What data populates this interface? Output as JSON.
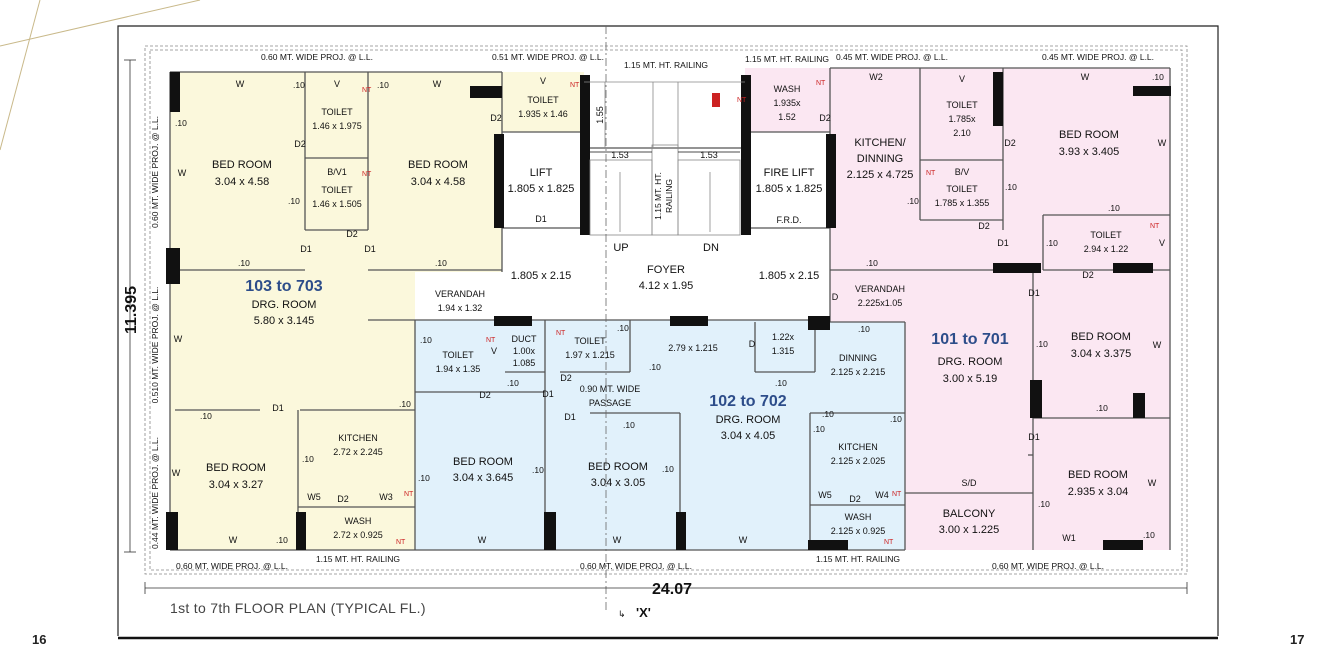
{
  "page": {
    "left_number": "16",
    "right_number": "17",
    "caption": "1st to 7th FLOOR PLAN (TYPICAL FL.)",
    "dimension_width": "24.07",
    "dimension_height": "11.395",
    "section_marker": "'X'"
  },
  "colors": {
    "unit_103": "#fbf8dc",
    "unit_102": "#e1f1fb",
    "unit_101": "#fbe7f2",
    "wall": "#111111",
    "plot_text": "#2d4d8a",
    "nt_mark": "#cc2222"
  },
  "units": {
    "u103": {
      "name": "103 to 703",
      "drg_label": "DRG. ROOM",
      "drg_dim": "5.80 x 3.145"
    },
    "u102": {
      "name": "102 to 702",
      "drg_label": "DRG. ROOM",
      "drg_dim": "3.04 x 4.05"
    },
    "u101": {
      "name": "101 to 701",
      "drg_label": "DRG. ROOM",
      "drg_dim": "3.00 x 5.19"
    }
  },
  "rooms": {
    "bed_103_a": {
      "name": "BED ROOM",
      "dim": "3.04 x 4.58"
    },
    "bed_103_b": {
      "name": "BED ROOM",
      "dim": "3.04 x 4.58"
    },
    "bed_103_c": {
      "name": "BED ROOM",
      "dim": "3.04 x 3.27"
    },
    "toilet_103_a": {
      "name": "TOILET",
      "dim": "1.46 x 1.975"
    },
    "toilet_103_b": {
      "name": "TOILET",
      "dim": "1.46 x 1.505"
    },
    "bv_103": {
      "name": "B/V1"
    },
    "verandah_103": {
      "name": "VERANDAH",
      "dim": "1.94 x 1.32"
    },
    "kitchen_103": {
      "name": "KITCHEN",
      "dim": "2.72 x 2.245"
    },
    "wash_103": {
      "name": "WASH",
      "dim": "2.72 x 0.925"
    },
    "toilet_top_mid": {
      "name": "TOILET",
      "dim": "1.935 x 1.46"
    },
    "lift": {
      "name": "LIFT",
      "dim": "1.805 x 1.825"
    },
    "lift_lobby": {
      "dim": "1.805 x 2.15"
    },
    "fire_lift": {
      "name": "FIRE LIFT",
      "dim": "1.805 x 1.825"
    },
    "fire_lobby": {
      "dim": "1.805 x 2.15"
    },
    "frd": {
      "name": "F.R.D."
    },
    "foyer": {
      "name": "FOYER",
      "dim": "4.12 x 1.95"
    },
    "wash_top": {
      "name": "WASH",
      "dim": "1.935x",
      "dim2": "1.52"
    },
    "kitchen_101": {
      "name": "KITCHEN/",
      "name2": "DINNING",
      "dim": "2.125 x 4.725"
    },
    "toilet_101_a": {
      "name": "TOILET",
      "dim": "1.785x",
      "dim2": "2.10"
    },
    "bv_101": {
      "name": "B/V"
    },
    "toilet_101_b": {
      "name": "TOILET",
      "dim": "1.785 x 1.355"
    },
    "bed_101_a": {
      "name": "BED ROOM",
      "dim": "3.93 x 3.405"
    },
    "toilet_101_c": {
      "name": "TOILET",
      "dim": "2.94 x 1.22"
    },
    "verandah_101": {
      "name": "VERANDAH",
      "dim": "2.225x1.05"
    },
    "bed_101_b": {
      "name": "BED ROOM",
      "dim": "3.04 x 3.375"
    },
    "bed_101_c": {
      "name": "BED ROOM",
      "dim": "2.935 x 3.04"
    },
    "balcony_101": {
      "name": "BALCONY",
      "dim": "3.00 x 1.225"
    },
    "sd_101": {
      "name": "S/D"
    },
    "toilet_102_a": {
      "name": "TOILET",
      "dim": "1.94 x 1.35"
    },
    "duct": {
      "name": "DUCT",
      "dim": "1.00x",
      "dim2": "1.085"
    },
    "toilet_102_b": {
      "name": "TOILET",
      "dim": "1.97 x 1.215"
    },
    "passage": {
      "name": "0.90 MT. WIDE",
      "name2": "PASSAGE"
    },
    "lobby_102": {
      "dim": "2.79 x 1.215"
    },
    "small_102": {
      "dim": "1.22x",
      "dim2": "1.315"
    },
    "dinning_102": {
      "name": "DINNING",
      "dim": "2.125 x 2.215"
    },
    "kitchen_102": {
      "name": "KITCHEN",
      "dim": "2.125 x 2.025"
    },
    "wash_102": {
      "name": "WASH",
      "dim": "2.125 x 0.925"
    },
    "bed_102_a": {
      "name": "BED ROOM",
      "dim": "3.04 x 3.645"
    },
    "bed_102_b": {
      "name": "BED ROOM",
      "dim": "3.04 x 3.05"
    }
  },
  "stair": {
    "up": "UP",
    "dn": "DN",
    "flight_a": "1.53",
    "flight_b": "1.53",
    "landing": "1.55",
    "railing_line1": "1.15 MT. HT.",
    "railing_line2": "RAILING"
  },
  "notes": {
    "proj_top_left": "0.60 MT. WIDE PROJ. @ L.L.",
    "proj_top_mid": "0.51 MT. WIDE PROJ. @ L.L.",
    "railing_top": "1.15 MT. HT. RAILING",
    "railing_top_r": "1.15 MT. HT. RAILING",
    "proj_top_r1": "0.45 MT. WIDE PROJ. @ L.L.",
    "proj_top_r2": "0.45 MT. WIDE PROJ. @ L.L.",
    "proj_left_1": "0.60 MT. WIDE PROJ. @ L.L.",
    "proj_left_2": "0.510 MT. WIDE PROJ. @ L.L.",
    "proj_left_3": "0.44 MT. WIDE PROJ. @ L.L.",
    "proj_bot_l": "0.60 MT. WIDE PROJ. @ L.L.",
    "rail_bot_l": "1.15 MT. HT. RAILING",
    "proj_bot_m": "0.60 MT. WIDE PROJ. @ L.L.",
    "rail_bot_r": "1.15 MT. HT. RAILING",
    "proj_bot_r": "0.60 MT. WIDE PROJ. @ L.L."
  },
  "marks": {
    "w": "W",
    "w1": "W1",
    "w2": "W2",
    "w3": "W3",
    "w4": "W4",
    "w5": "W5",
    "v": "V",
    "d": "D",
    "d1": "D1",
    "d2": "D2",
    "nt": "NT",
    "sill": ".10"
  }
}
